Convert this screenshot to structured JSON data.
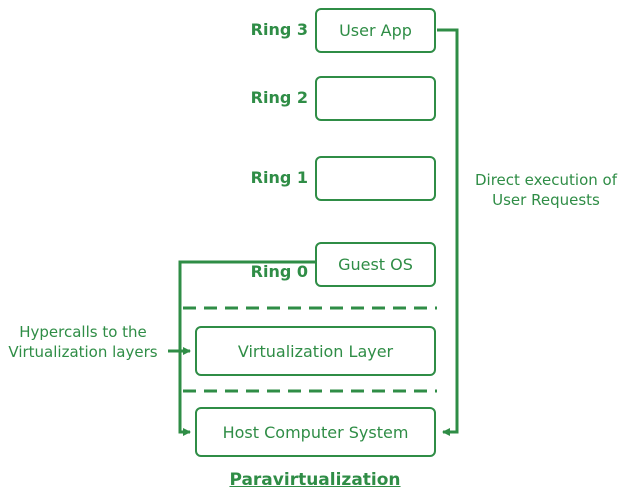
{
  "diagram": {
    "title": "Paravirtualization",
    "rings": [
      {
        "label": "Ring 3",
        "box": "User App"
      },
      {
        "label": "Ring 2",
        "box": ""
      },
      {
        "label": "Ring 1",
        "box": ""
      },
      {
        "label": "Ring 0",
        "box": "Guest OS"
      }
    ],
    "layers": [
      {
        "label": "Virtualization Layer"
      },
      {
        "label": "Host Computer System"
      }
    ],
    "annotations": {
      "right": "Direct execution of User Requests",
      "left": "Hypercalls to the Virtualization layers"
    },
    "colors": {
      "accent_green": "#2f8d46",
      "background": "#ffffff"
    }
  }
}
